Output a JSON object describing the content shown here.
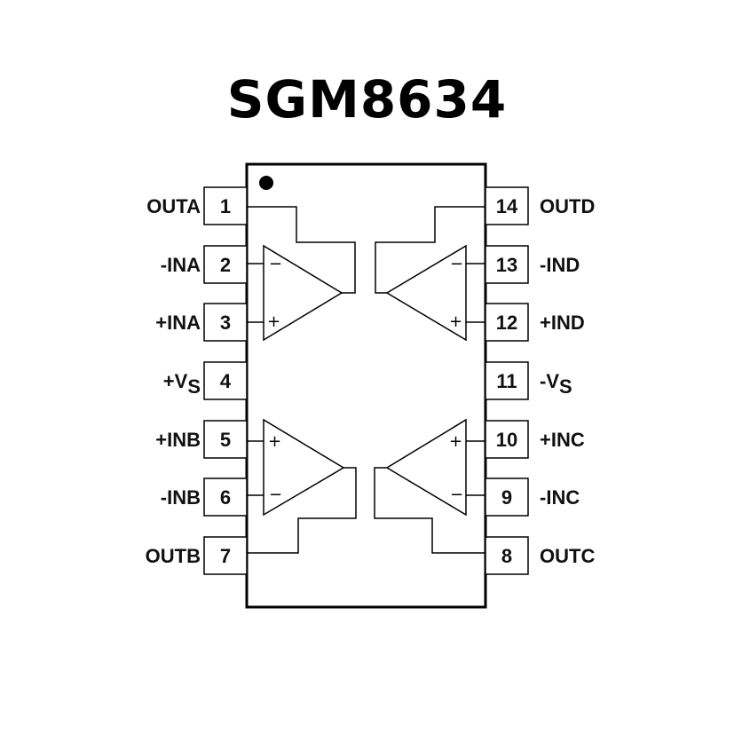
{
  "title": "SGM8634",
  "pins_left": [
    {
      "number": "1",
      "label": "OUTA"
    },
    {
      "number": "2",
      "label": "-INA"
    },
    {
      "number": "3",
      "label": "+INA"
    },
    {
      "number": "4",
      "label": "+V",
      "label_sub": "S"
    },
    {
      "number": "5",
      "label": "+INB"
    },
    {
      "number": "6",
      "label": "-INB"
    },
    {
      "number": "7",
      "label": "OUTB"
    }
  ],
  "pins_right": [
    {
      "number": "14",
      "label": "OUTD"
    },
    {
      "number": "13",
      "label": "-IND"
    },
    {
      "number": "12",
      "label": "+IND"
    },
    {
      "number": "11",
      "label": "-V",
      "label_sub": "S"
    },
    {
      "number": "10",
      "label": "+INC"
    },
    {
      "number": "9",
      "label": "-INC"
    },
    {
      "number": "8",
      "label": "OUTC"
    }
  ],
  "amplifiers": [
    {
      "name": "A",
      "top_input": "−",
      "bottom_input": "+"
    },
    {
      "name": "D",
      "top_input": "−",
      "bottom_input": "+"
    },
    {
      "name": "B",
      "top_input": "+",
      "bottom_input": "−"
    },
    {
      "name": "C",
      "top_input": "+",
      "bottom_input": "−"
    }
  ]
}
